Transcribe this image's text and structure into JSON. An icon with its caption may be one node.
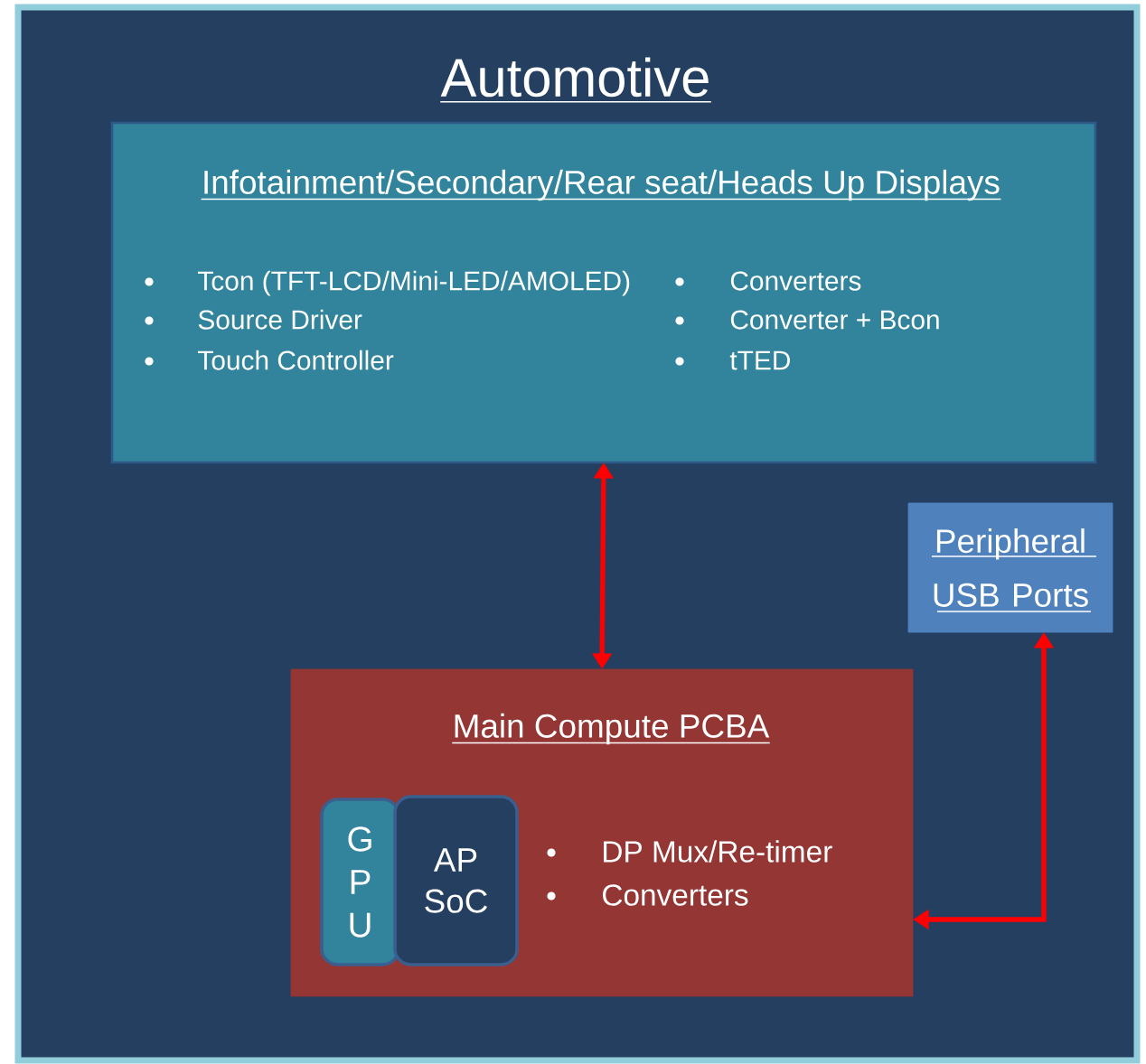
{
  "diagram": {
    "nodes": [
      {
        "text": [
          "Automotive"
        ]
      },
      {
        "text": [
          "Infotainment/Secondary/Rear seat/Heads Up Displays",
          "Tcon (TFT-LCD/Mini-LED/AMOLED)",
          "Source Driver",
          "Touch Controller",
          "Converters",
          "Converter + Bcon",
          "tTED"
        ],
        "in": 0
      },
      {
        "text": [
          "Peripheral USB Ports"
        ],
        "in": 0
      },
      {
        "text": [
          "Main Compute PCBA",
          "DP Mux/Re-timer",
          "Converters"
        ],
        "in": 0
      },
      {
        "text": [
          "G P U"
        ],
        "in": 3
      },
      {
        "text": [
          "AP SoC"
        ],
        "in": 3
      }
    ],
    "edges": [
      {
        "from": 1,
        "to": 3,
        "arrow": "both"
      },
      {
        "from": 2,
        "to": 3,
        "arrow": "both"
      }
    ]
  }
}
